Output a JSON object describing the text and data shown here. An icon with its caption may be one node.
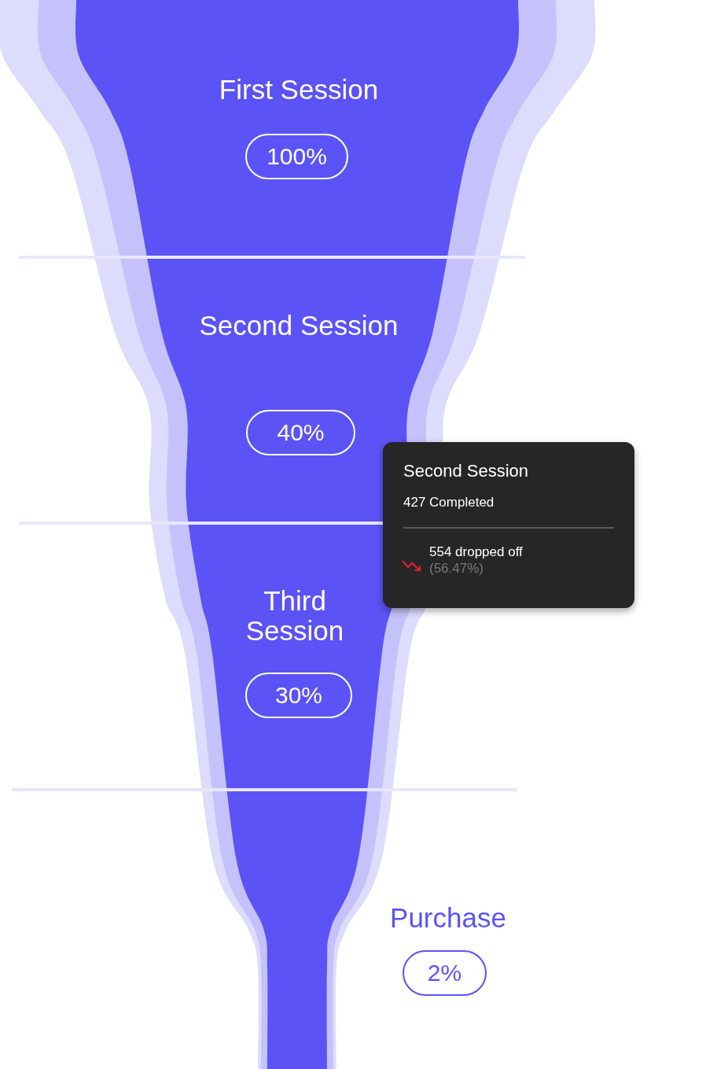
{
  "diagram": {
    "nodes": [
      {
        "text": [
          "First Session"
        ]
      },
      {
        "text": [
          "100%"
        ],
        "in": 0
      },
      {
        "text": [
          "Second Session"
        ]
      },
      {
        "text": [
          "40%"
        ],
        "in": 2
      },
      {
        "text": [
          "Third Session"
        ]
      },
      {
        "text": [
          "30%"
        ],
        "in": 4
      },
      {
        "text": [
          "Purchase"
        ]
      },
      {
        "text": [
          "2%"
        ],
        "in": 6
      },
      {
        "text": [
          "Second Session",
          "427 Completed",
          "554 dropped off",
          "(56.47%)"
        ]
      }
    ]
  }
}
